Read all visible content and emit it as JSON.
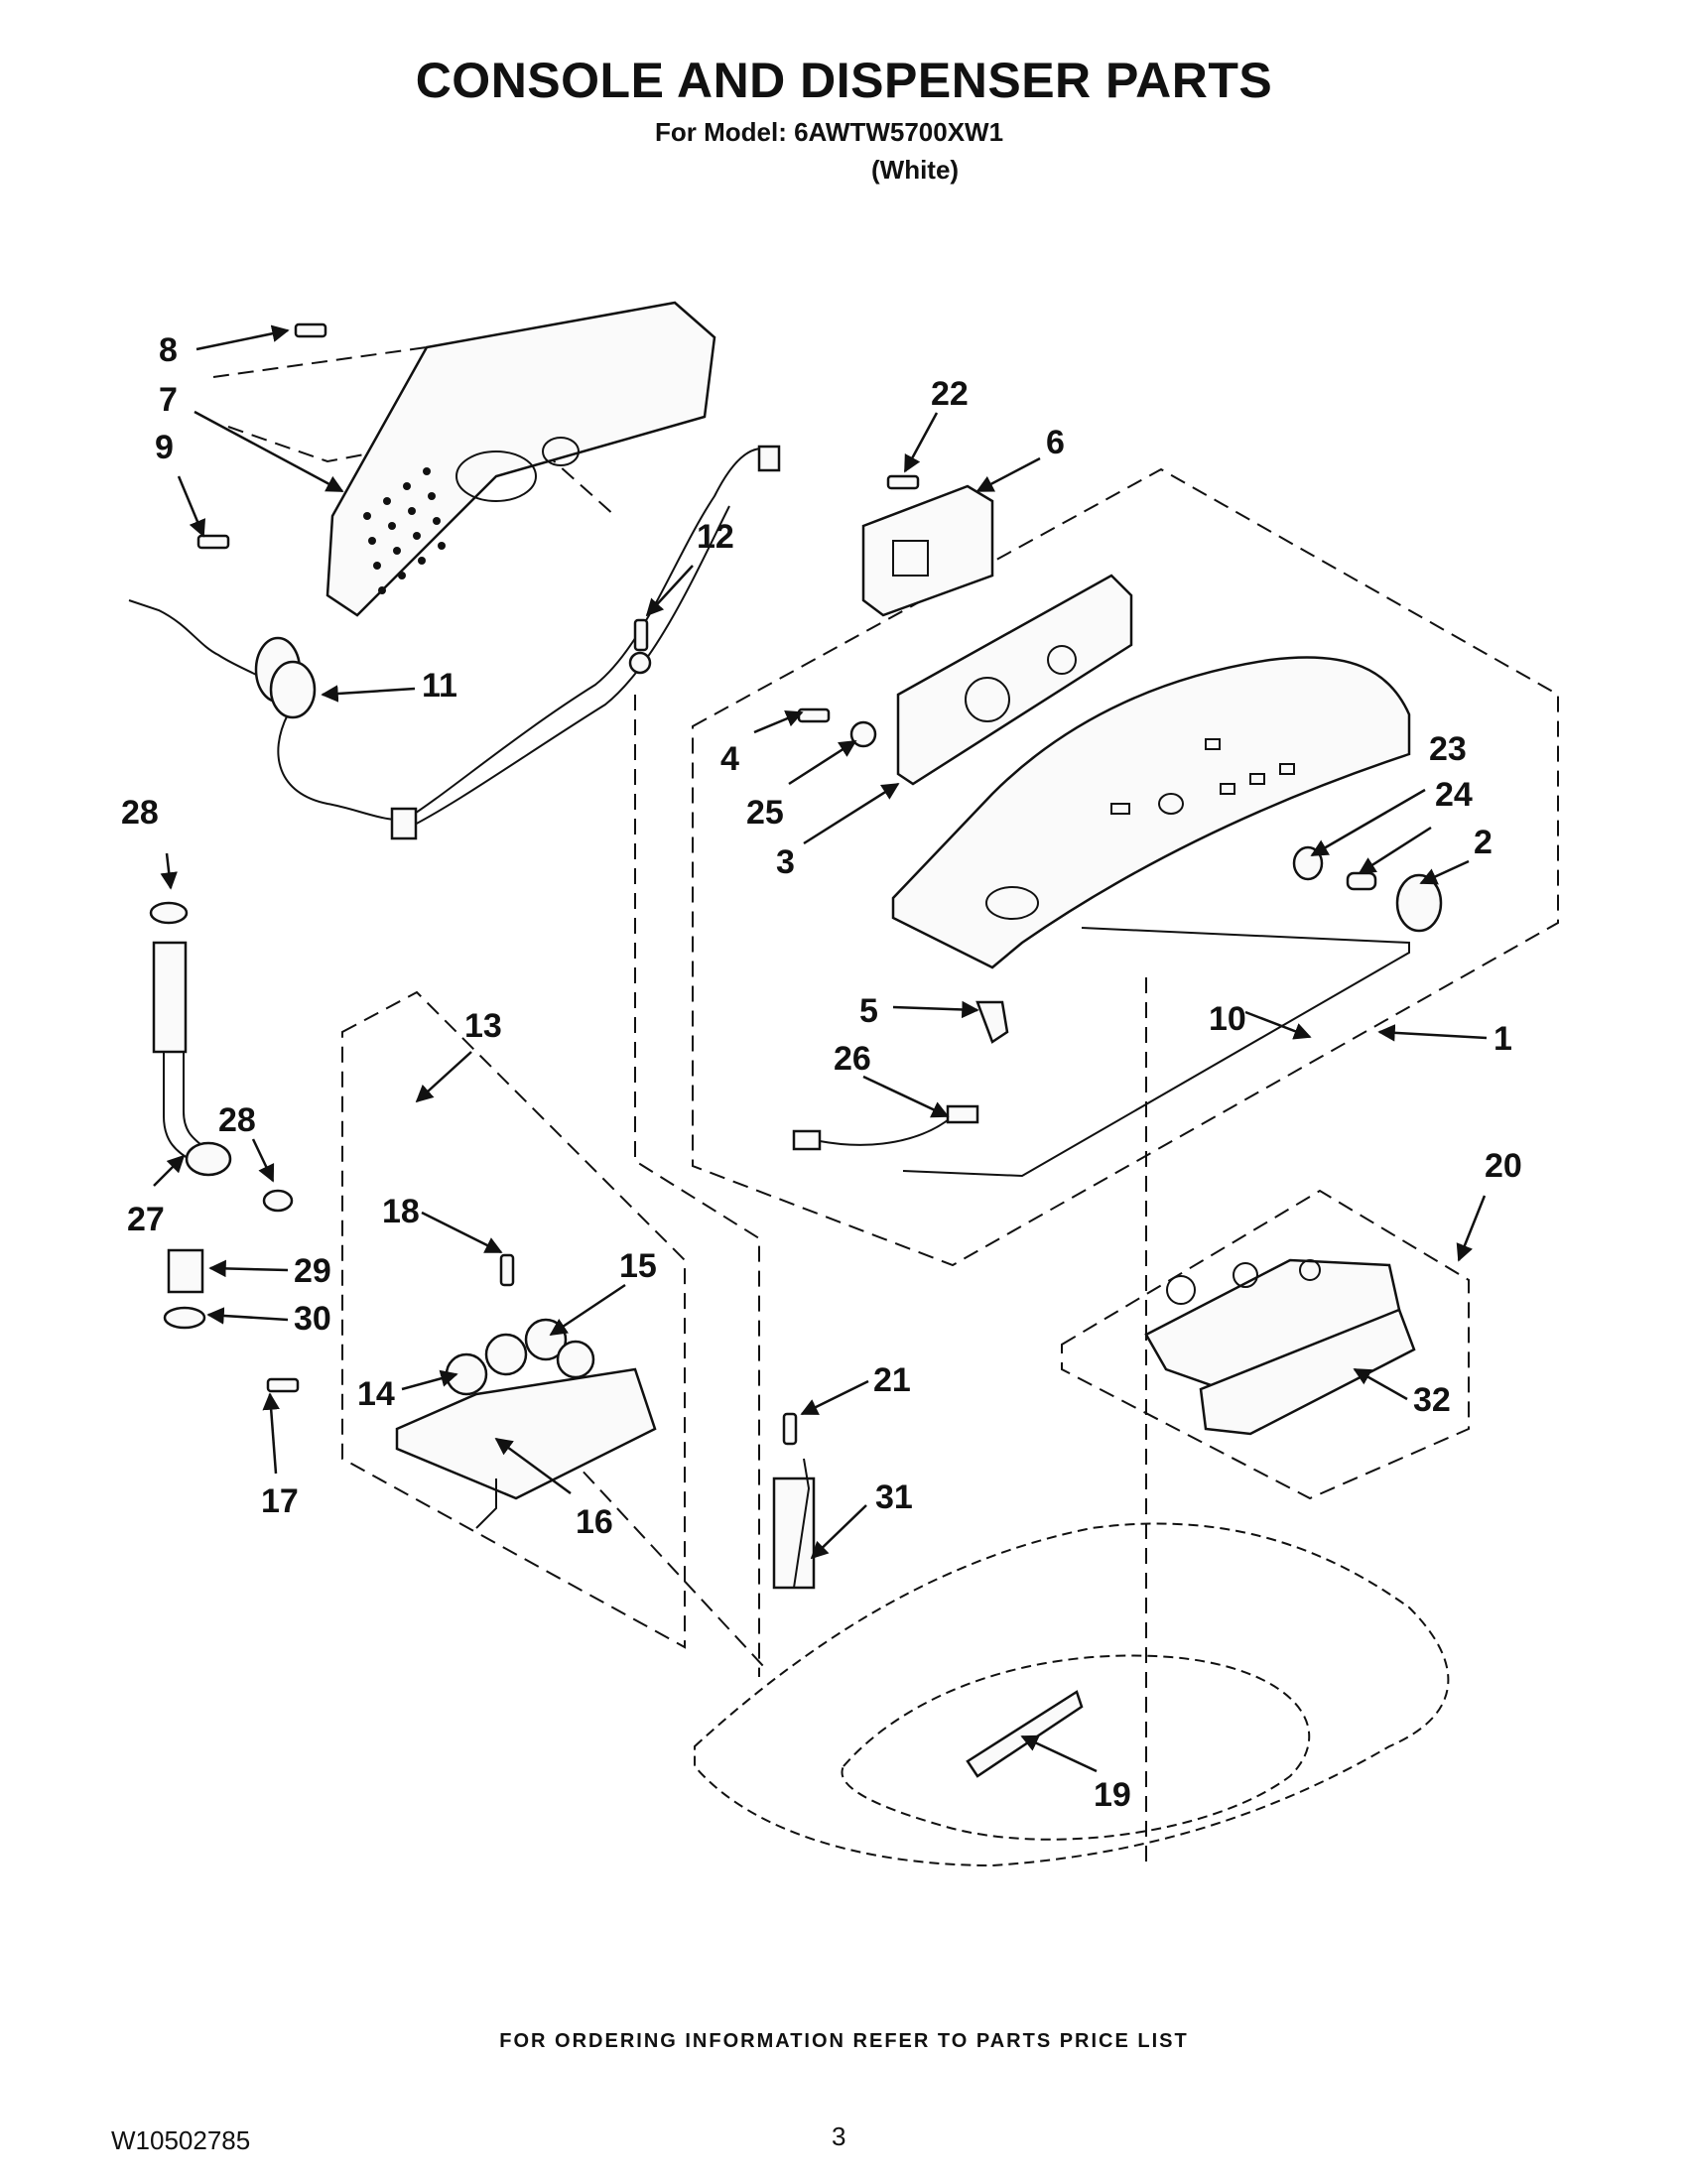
{
  "header": {
    "title": "CONSOLE AND DISPENSER PARTS",
    "model": "For Model: 6AWTW5700XW1",
    "color": "(White)"
  },
  "callouts": [
    "1",
    "2",
    "3",
    "4",
    "5",
    "6",
    "7",
    "8",
    "9",
    "10",
    "11",
    "12",
    "13",
    "14",
    "15",
    "16",
    "17",
    "18",
    "19",
    "20",
    "21",
    "22",
    "23",
    "24",
    "25",
    "26",
    "27",
    "28",
    "28",
    "29",
    "30",
    "31",
    "32"
  ],
  "footer": {
    "ordering_note": "FOR ORDERING INFORMATION REFER TO PARTS PRICE LIST",
    "document_number": "W10502785",
    "page_number": "3"
  }
}
